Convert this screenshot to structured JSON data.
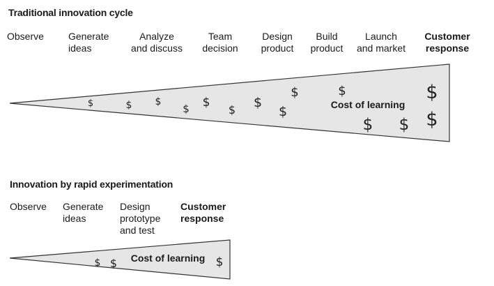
{
  "traditional": {
    "title": "Traditional innovation cycle",
    "stages": [
      {
        "label": "Observe",
        "bold": false
      },
      {
        "label": "Generate\nideas",
        "bold": false
      },
      {
        "label": "Analyze\nand discuss",
        "bold": false
      },
      {
        "label": "Team\ndecision",
        "bold": false
      },
      {
        "label": "Design\nproduct",
        "bold": false
      },
      {
        "label": "Build\nproduct",
        "bold": false
      },
      {
        "label": "Launch\nand market",
        "bold": false
      },
      {
        "label": "Customer\nresponse",
        "bold": true
      }
    ],
    "cost_label": "Cost of learning",
    "cost_symbol": "$"
  },
  "rapid": {
    "title": "Innovation by rapid experimentation",
    "stages": [
      {
        "label": "Observe",
        "bold": false
      },
      {
        "label": "Generate\nideas",
        "bold": false
      },
      {
        "label": "Design\nprototype\nand test",
        "bold": false
      },
      {
        "label": "Customer\nresponse",
        "bold": true
      }
    ],
    "cost_label": "Cost of learning",
    "cost_symbol": "$"
  },
  "colors": {
    "wedge_fill": "#e6e6e6",
    "wedge_stroke": "#333333",
    "text": "#1a1a1a"
  }
}
